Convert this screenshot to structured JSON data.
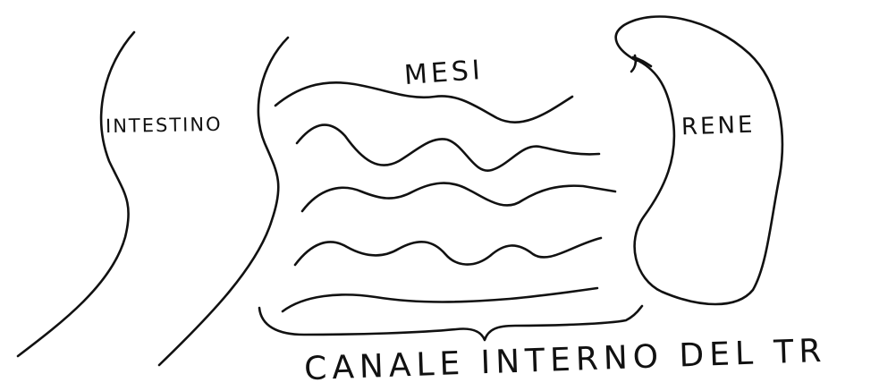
{
  "labels": {
    "intestino": "INTESTINO",
    "mesi": "MESI",
    "rene": "RENE",
    "canale": "CANALE INTERNO DEL TR"
  },
  "colors": {
    "ink": "#111111",
    "background": "#ffffff"
  }
}
